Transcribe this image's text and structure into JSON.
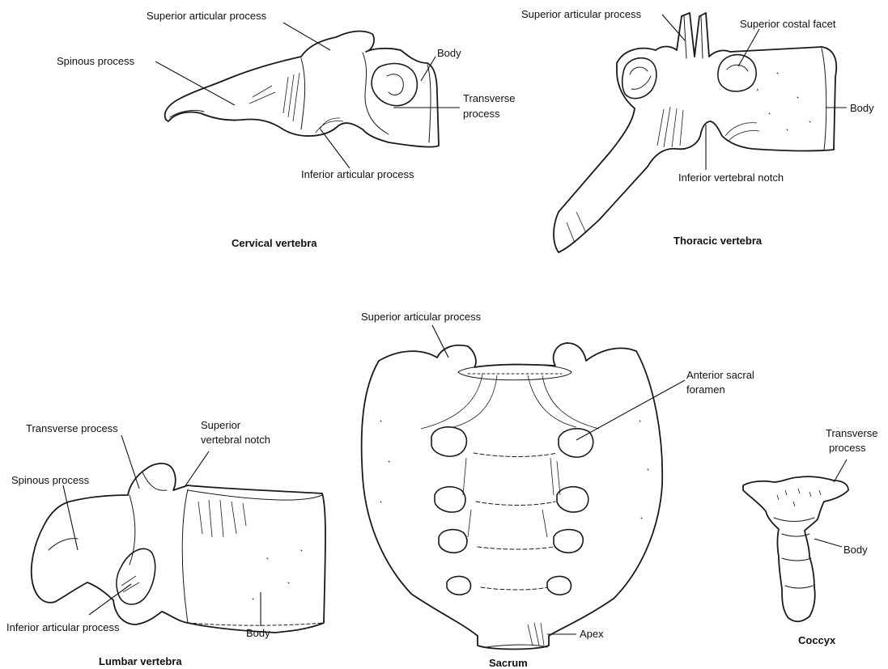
{
  "cervical": {
    "caption": "Cervical vertebra",
    "labels": {
      "superior_articular_process": "Superior articular process",
      "spinous_process": "Spinous process",
      "body": "Body",
      "transverse_process_line1": "Transverse",
      "transverse_process_line2": "process",
      "inferior_articular_process": "Inferior articular process"
    }
  },
  "thoracic": {
    "caption": "Thoracic vertebra",
    "labels": {
      "superior_articular_process": "Superior articular process",
      "superior_costal_facet": "Superior costal facet",
      "body": "Body",
      "inferior_vertebral_notch": "Inferior vertebral notch"
    }
  },
  "lumbar": {
    "caption": "Lumbar vertebra",
    "labels": {
      "transverse_process": "Transverse process",
      "superior_vertebral_notch_line1": "Superior",
      "superior_vertebral_notch_line2": "vertebral notch",
      "spinous_process": "Spinous process",
      "inferior_articular_process": "Inferior articular process",
      "body": "Body"
    }
  },
  "sacrum": {
    "caption": "Sacrum",
    "labels": {
      "superior_articular_process": "Superior articular process",
      "anterior_sacral_foramen_line1": "Anterior sacral",
      "anterior_sacral_foramen_line2": "foramen",
      "apex": "Apex"
    }
  },
  "coccyx": {
    "caption": "Coccyx",
    "labels": {
      "transverse_process_line1": "Transverse",
      "transverse_process_line2": "process",
      "body": "Body"
    }
  }
}
